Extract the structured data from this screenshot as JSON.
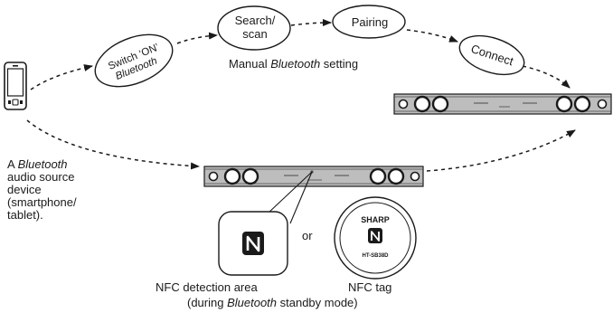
{
  "steps": [
    {
      "line1": "Switch ‘ON’",
      "line2": "Bluetooth"
    },
    {
      "line1": "Search/",
      "line2": "scan"
    },
    {
      "line1": "Pairing"
    },
    {
      "line1": "Connect"
    }
  ],
  "manual_caption": {
    "pre": "Manual ",
    "em": "Bluetooth",
    "post": " setting"
  },
  "device_desc": {
    "line1_pre": "A ",
    "line1_em": "Bluetooth",
    "line2": "audio source",
    "line3": "device",
    "line4": "(smartphone/",
    "line5": "tablet)."
  },
  "or_label": "or",
  "nfc_area_label": "NFC detection area",
  "nfc_tag_label": "NFC tag",
  "standby": {
    "pre": "(during ",
    "em": "Bluetooth",
    "post": " standby mode)"
  },
  "tag": {
    "brand": "SHARP",
    "model": "HT-SB38D"
  },
  "colors": {
    "ink": "#1a1a1a",
    "soundbar": "#bdbdbd",
    "soundbar_dark": "#4a4a4a"
  }
}
